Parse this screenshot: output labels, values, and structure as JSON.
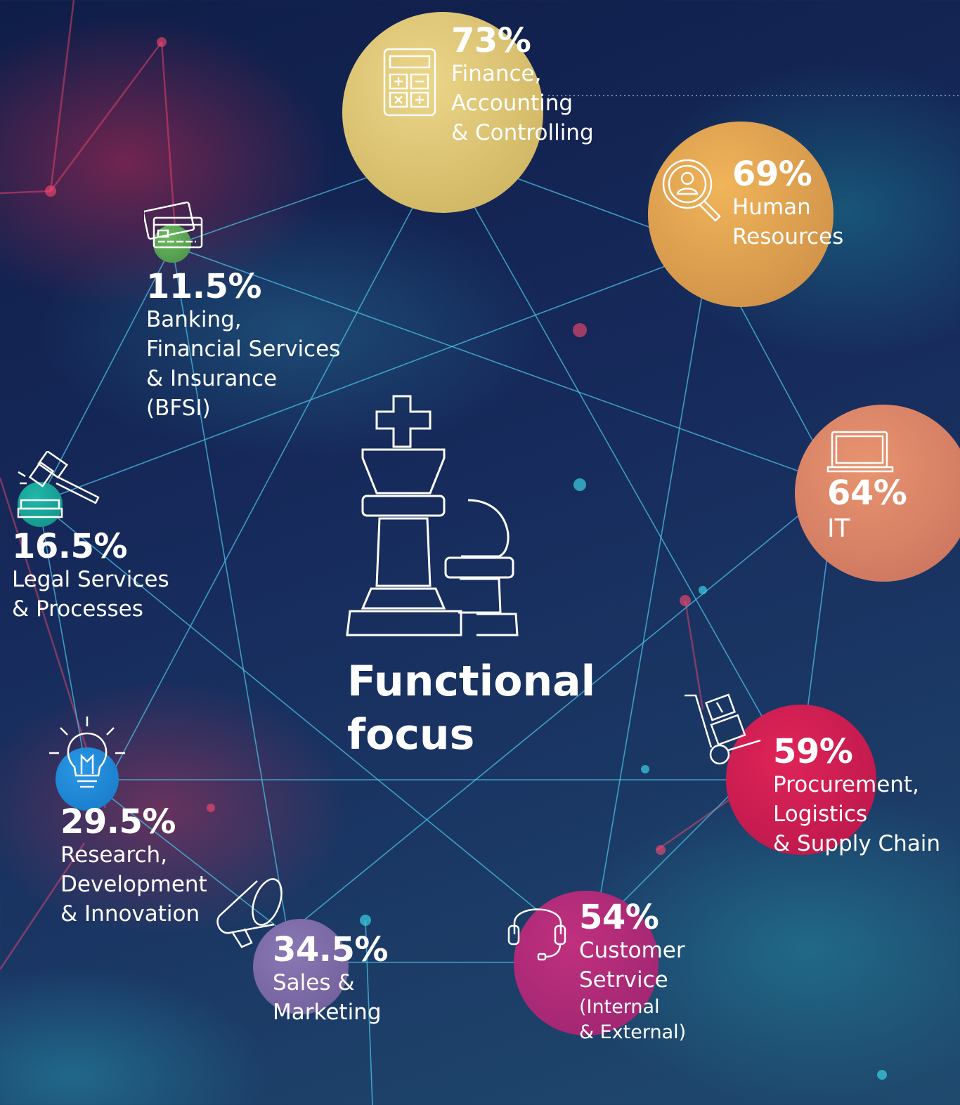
{
  "title": {
    "line1": "Functional",
    "line2": "focus"
  },
  "functions": [
    {
      "id": "finance",
      "percent": "73%",
      "lines": [
        "Finance,",
        "Accounting",
        "& Controlling"
      ],
      "color": "#d9c26a"
    },
    {
      "id": "hr",
      "percent": "69%",
      "lines": [
        "Human",
        "Resources"
      ],
      "color": "#e1a34c"
    },
    {
      "id": "it",
      "percent": "64%",
      "lines": [
        "IT"
      ],
      "color": "#dd8468"
    },
    {
      "id": "procurement",
      "percent": "59%",
      "lines": [
        "Procurement,",
        "Logistics",
        "& Supply Chain"
      ],
      "color": "#d01a53"
    },
    {
      "id": "customer-service",
      "percent": "54%",
      "lines": [
        "Customer",
        "Setrvice",
        "(Internal",
        "& External)"
      ],
      "color": "#b2287a"
    },
    {
      "id": "sales",
      "percent": "34.5%",
      "lines": [
        "Sales &",
        "Marketing"
      ],
      "color": "#7e6aa8"
    },
    {
      "id": "rnd",
      "percent": "29.5%",
      "lines": [
        "Research,",
        "Development",
        "& Innovation"
      ],
      "color": "#1c86d6"
    },
    {
      "id": "legal",
      "percent": "16.5%",
      "lines": [
        "Legal Services",
        "& Processes"
      ],
      "color": "#17a59a"
    },
    {
      "id": "banking",
      "percent": "11.5%",
      "lines": [
        "Banking,",
        "Financial Services",
        "& Insurance",
        "(BFSI)"
      ],
      "color": "#5aa95a"
    }
  ]
}
